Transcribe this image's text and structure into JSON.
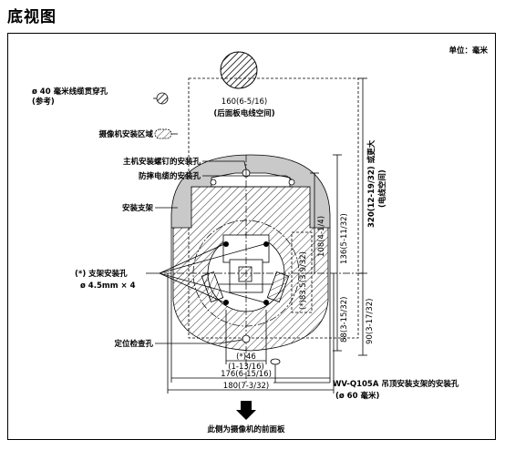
{
  "title": "底视图",
  "unit_label": "单位：毫米",
  "labels": {
    "cable_hole_l1": "ø 40 毫米线缆贯穿孔",
    "cable_hole_l2": "(参考)",
    "camera_area": "摄像机安装区域",
    "main_screw": "主机安装螺钉的安装孔",
    "fall_cable": "防摔电缆的安装孔",
    "bracket": "安装支架",
    "bracket_hole_l1": "(*) 支架安装孔",
    "bracket_hole_l2": "ø 4.5mm × 4",
    "position_hole": "定位检查孔",
    "wv_l1": "WV-Q105A 吊顶安装支架的安装孔",
    "wv_l2": "(ø 60 毫米)",
    "front_panel": "此侧为摄像机的前面板"
  },
  "dimensions": {
    "d160_l1": "160(6-5/16)",
    "d160_l2": "(后面板电线空间)",
    "d320_l1": "320(12-19/32) 或更大",
    "d320_l2": "(电线空间)",
    "d108": "108(4-1/4)",
    "d136": "136(5-11/32)",
    "d835": "(*)83.5(3-9/32)",
    "d88": "88(3-15/32)",
    "d90": "90(3-17/32)",
    "d46_l1": "(*)46",
    "d46_l2": "(1-13/16)",
    "d176": "176(6-15/16)",
    "d180": "180(7-3/32)"
  },
  "colors": {
    "bracket_fill": "#c9c9c9",
    "hatch": "#000000"
  }
}
